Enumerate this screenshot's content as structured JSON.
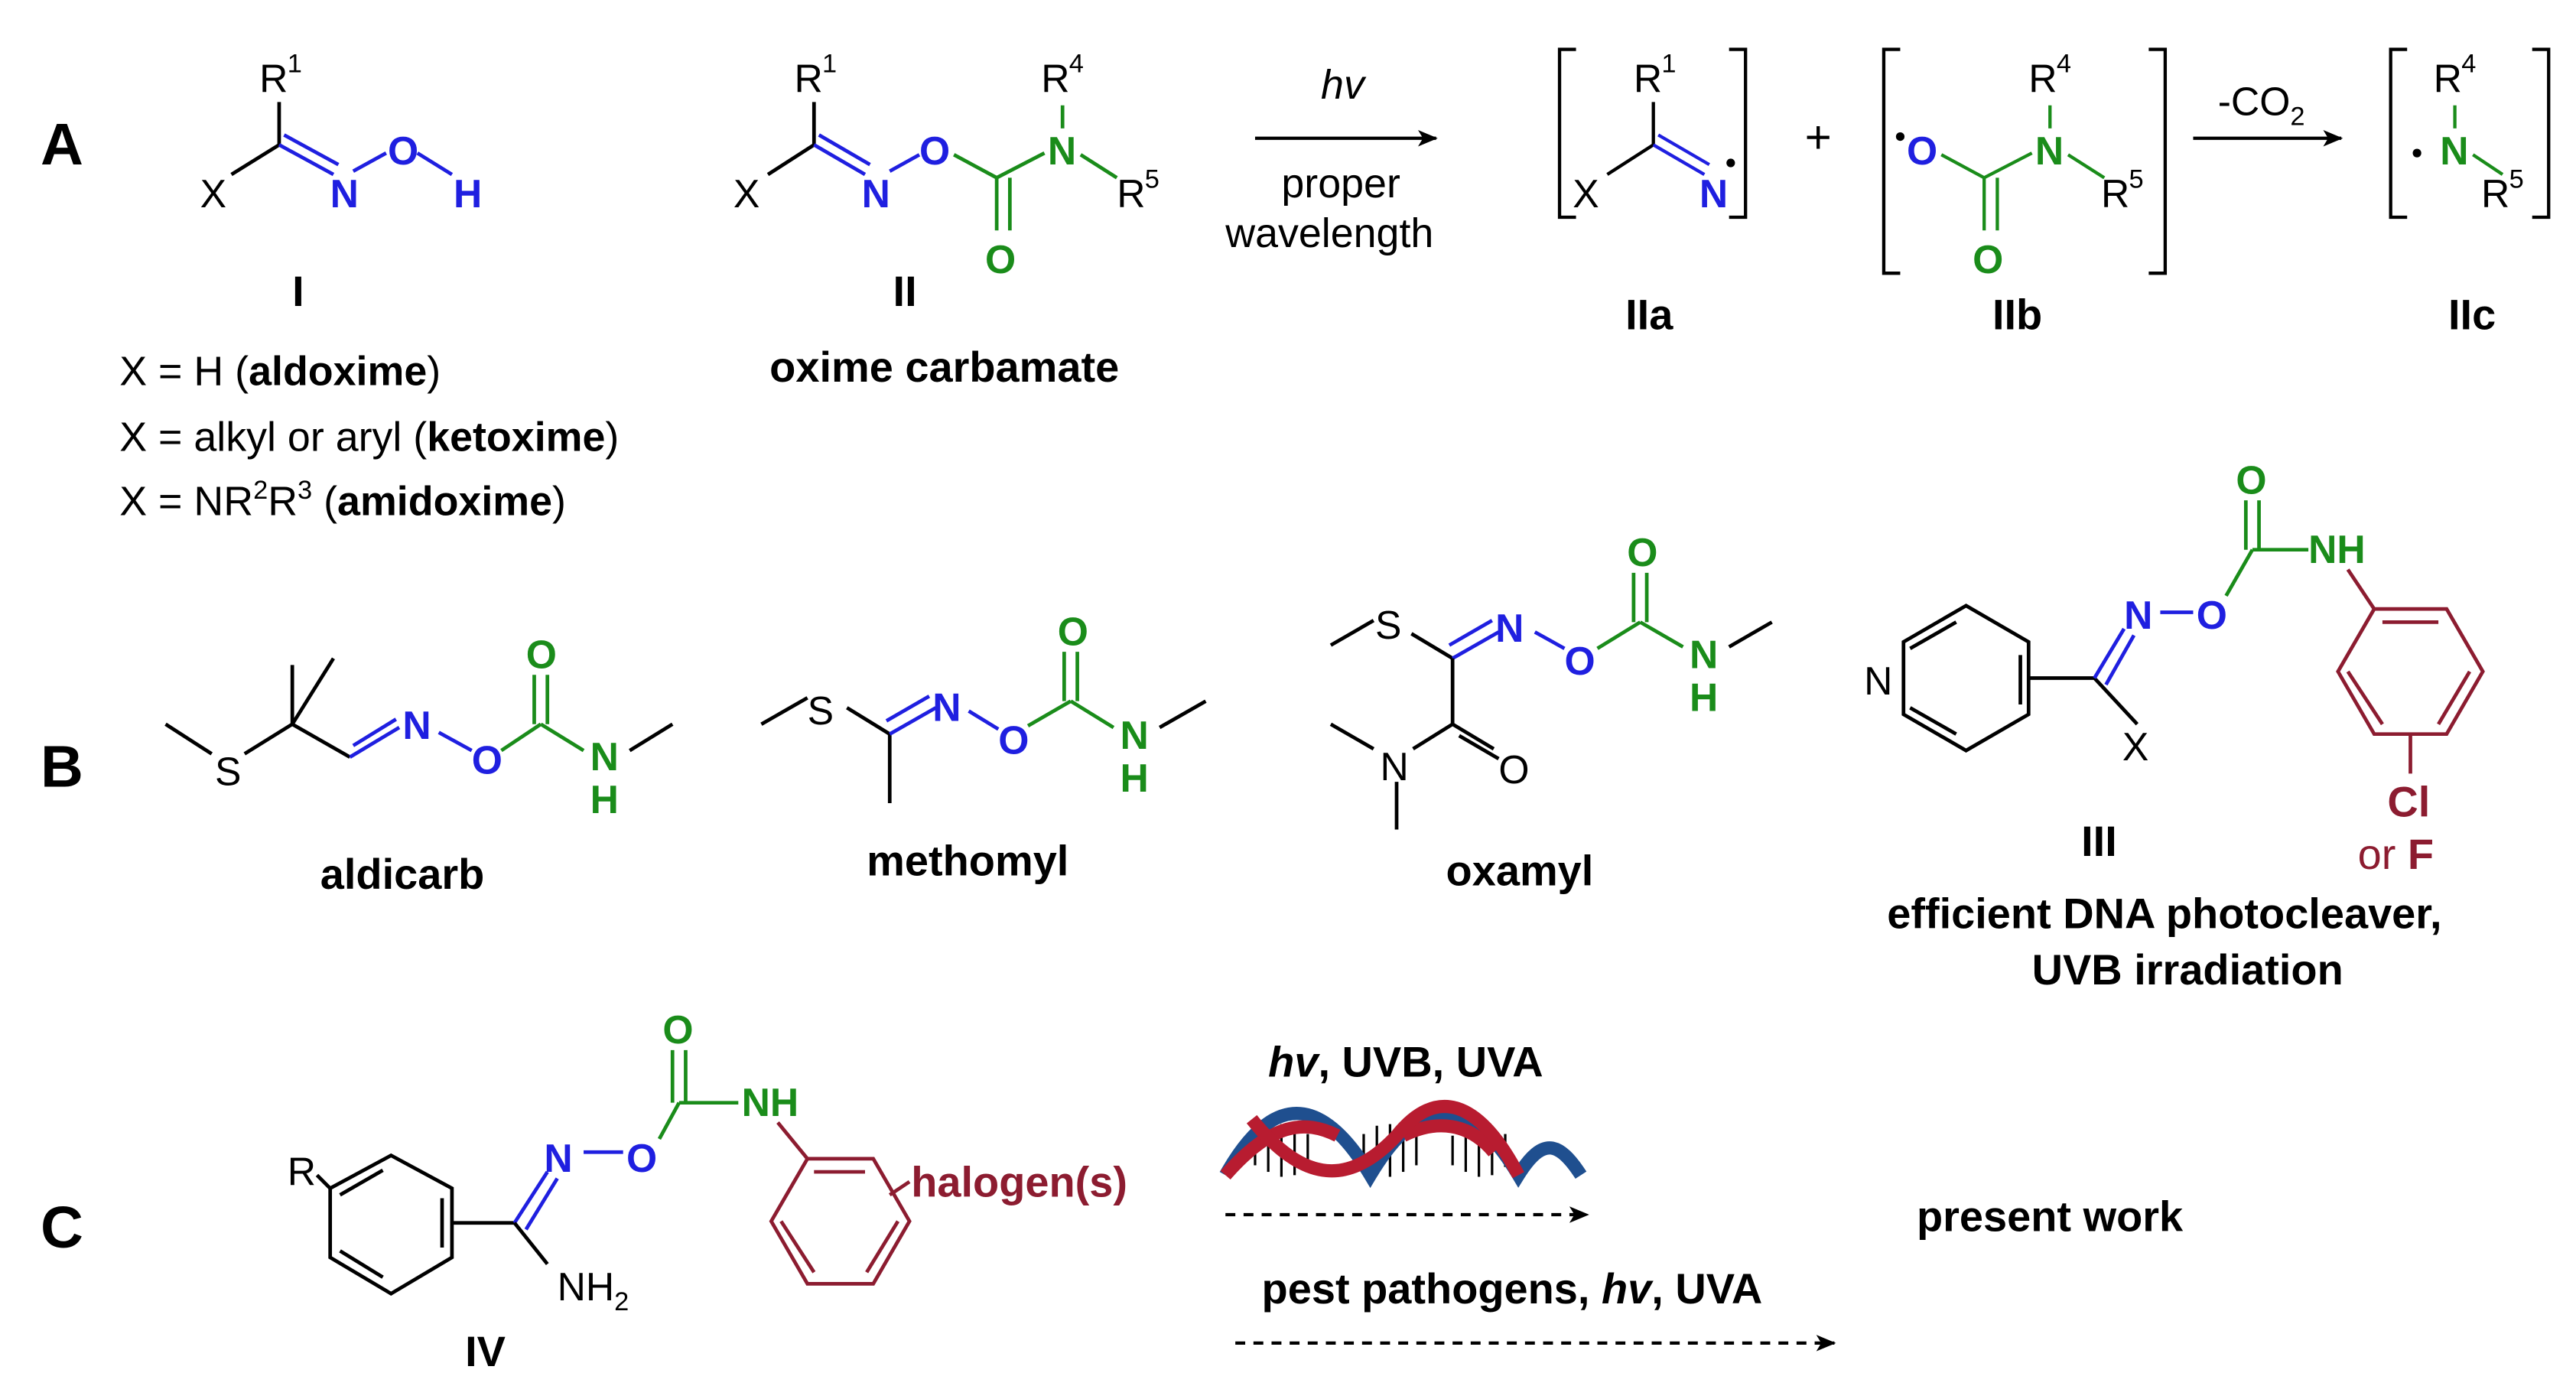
{
  "colors": {
    "black": "#000000",
    "blue": "#1f1fe0",
    "green": "#1a8c1a",
    "red": "#8c1c30",
    "dna_blue": "#1f4f8f",
    "dna_red": "#b81c30"
  },
  "panels": {
    "a": "A",
    "b": "B",
    "c": "C"
  },
  "atoms": {
    "X": "X",
    "R": "R",
    "N": "N",
    "O": "O",
    "H": "H",
    "S": "S",
    "NH": "NH",
    "Cl": "Cl",
    "F": "F",
    "one": "1",
    "two": "2",
    "three": "3",
    "four": "4",
    "five": "5",
    "NH2_main": "NH",
    "NH2_sub": "2"
  },
  "sectionA": {
    "I_label": "I",
    "II_label": "II",
    "IIa_label": "IIa",
    "IIb_label": "IIb",
    "IIc_label": "IIc",
    "II_caption": "oxime carbamate",
    "arrow_top": "hv",
    "arrow_bottom_1": "proper",
    "arrow_bottom_2": "wavelength",
    "plus": "+",
    "co2_prefix": "-CO",
    "co2_sub": "2",
    "x_lines": {
      "l1_pre": "X = H (",
      "l1_bold": "aldoxime",
      "l1_post": ")",
      "l2_pre": "X = alkyl or aryl (",
      "l2_bold": "ketoxime",
      "l2_post": ")",
      "l3_pre": "X = NR",
      "l3_sup1": "2",
      "l3_mid": "R",
      "l3_sup2": "3",
      "l3_mid2": " (",
      "l3_bold": "amidoxime",
      "l3_post": ")"
    }
  },
  "sectionB": {
    "aldicarb": "aldicarb",
    "methomyl": "methomyl",
    "oxamyl": "oxamyl",
    "III_label": "III",
    "or_text": "or",
    "caption_1": "efficient DNA photocleaver,",
    "caption_2": "UVB irradiation"
  },
  "sectionC": {
    "IV_label": "IV",
    "halogen": "halogen(s)",
    "arrow1_hv": "hv",
    "arrow1_rest": ", UVB, UVA",
    "arrow2_pre": "pest pathogens, ",
    "arrow2_hv": "hv",
    "arrow2_post": ", UVA",
    "present_work": "present work"
  }
}
